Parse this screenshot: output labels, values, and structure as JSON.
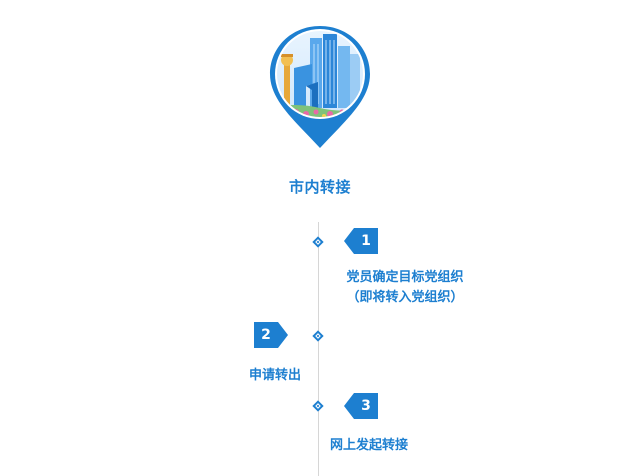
{
  "header": {
    "title": "市内转接"
  },
  "colors": {
    "accent": "#1d7fd0",
    "line": "#d6d6d6"
  },
  "steps": [
    {
      "number": "1",
      "line1": "党员确定目标党组织",
      "line2": "（即将转入党组织）",
      "side": "right"
    },
    {
      "number": "2",
      "line1": "申请转出",
      "line2": "",
      "side": "left"
    },
    {
      "number": "3",
      "line1": "网上发起转接",
      "line2": "",
      "side": "right"
    }
  ]
}
